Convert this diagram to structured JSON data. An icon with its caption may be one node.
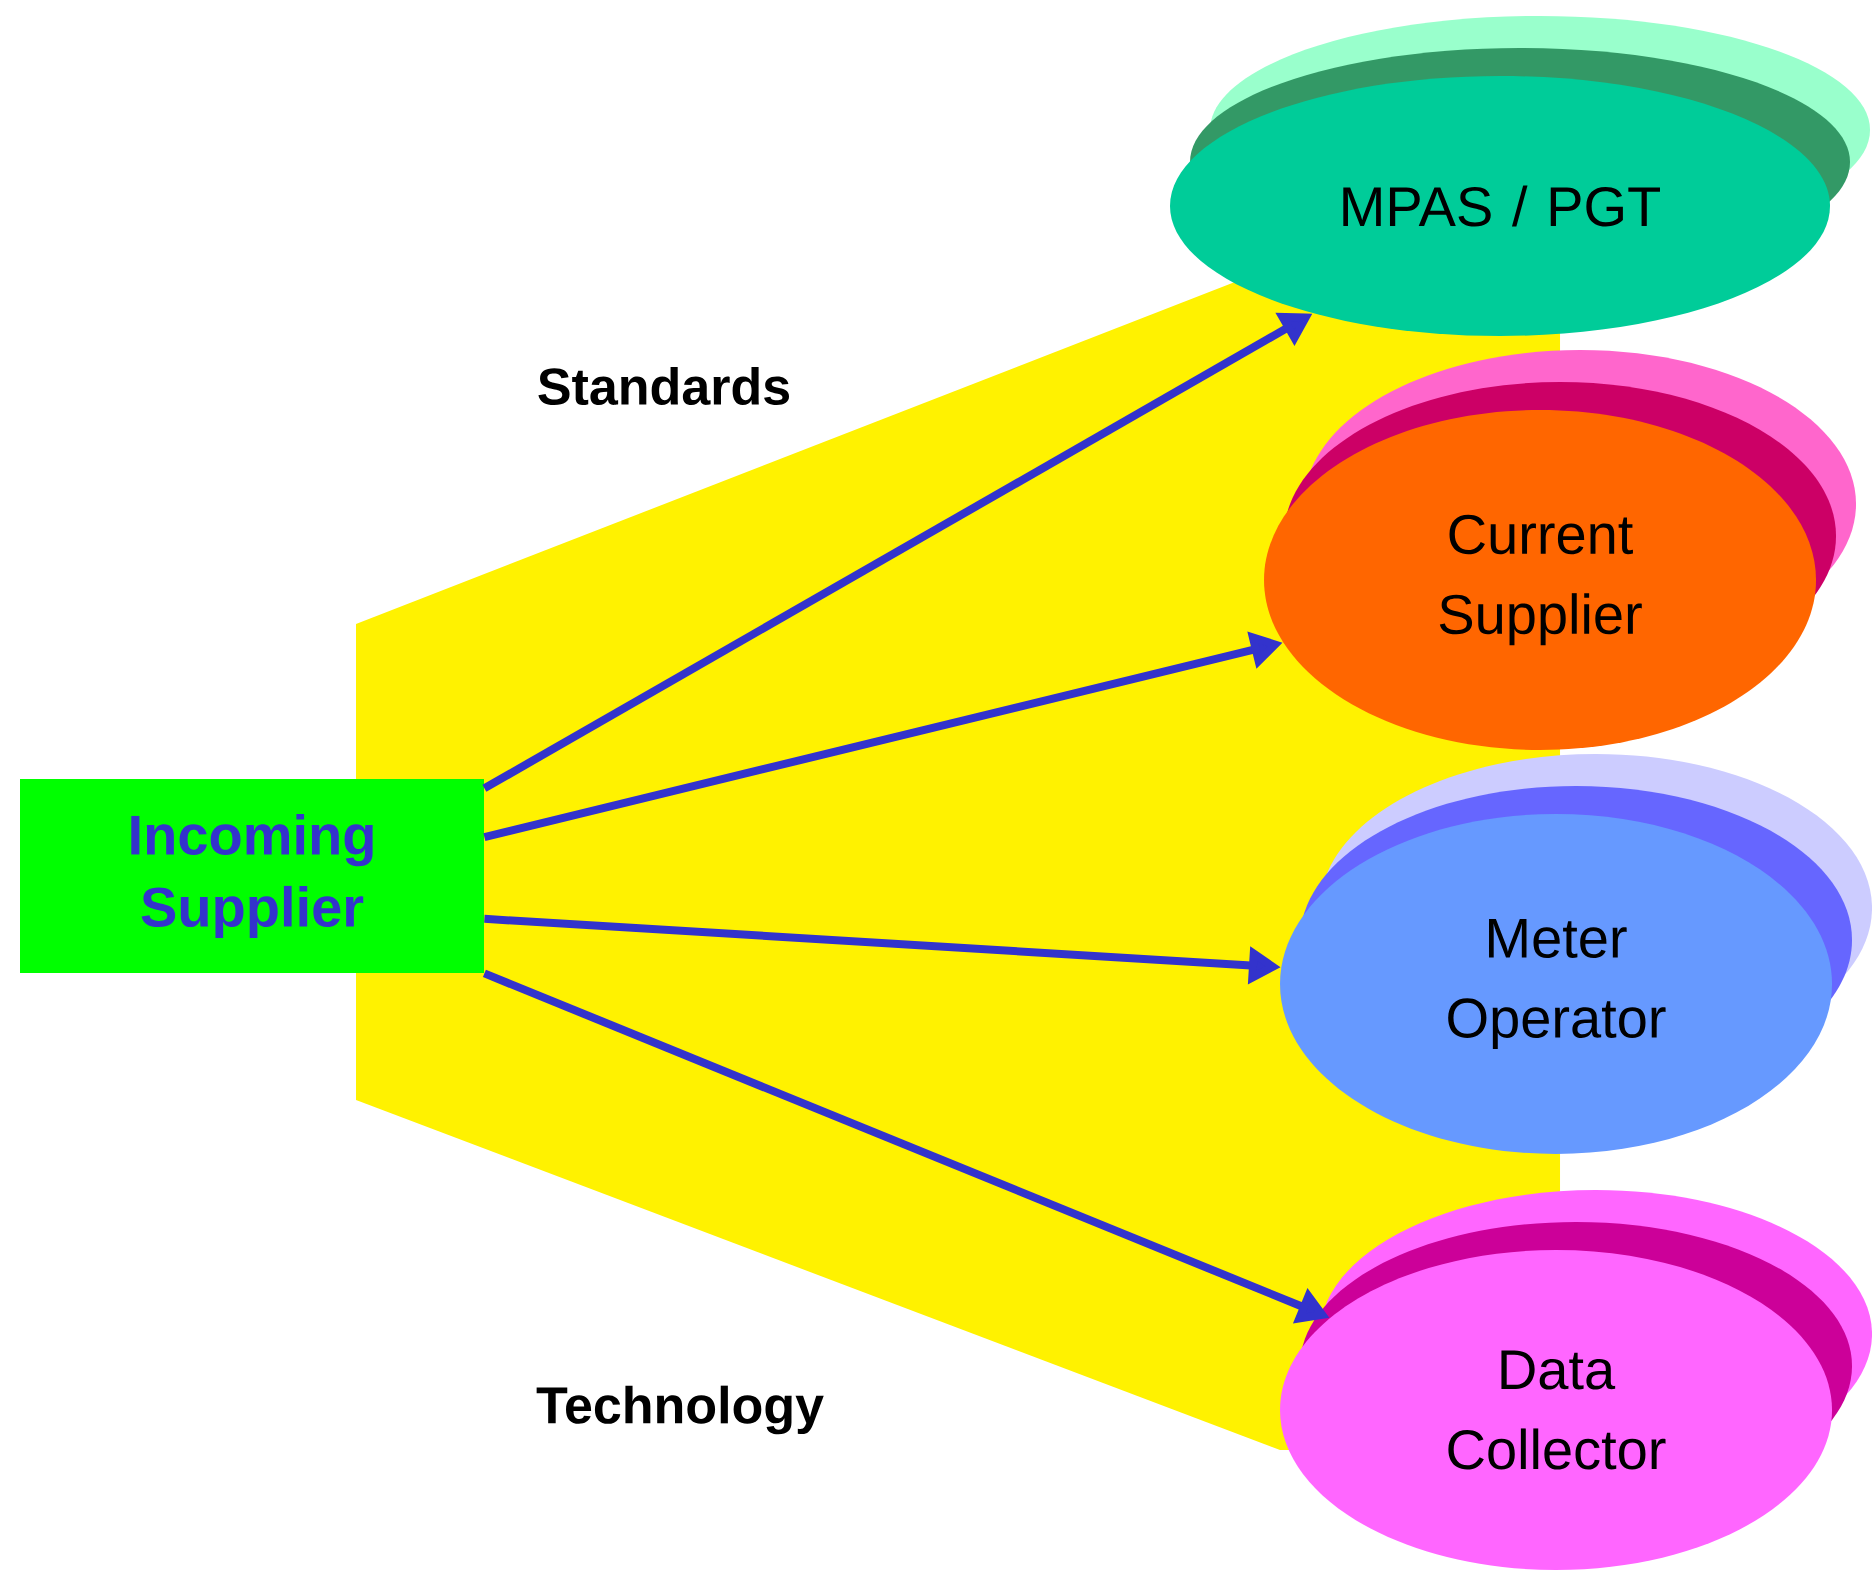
{
  "diagram": {
    "nodes": [
      {
        "text": [
          "Incoming Supplier"
        ]
      },
      {
        "text": [
          "MPAS / PGT"
        ]
      },
      {
        "text": [
          "Current Supplier"
        ]
      },
      {
        "text": [
          "Meter Operator"
        ]
      },
      {
        "text": [
          "Data Collector"
        ]
      }
    ],
    "edges": [
      {
        "from": 0,
        "to": 1,
        "arrow": "to"
      },
      {
        "from": 0,
        "to": 2,
        "arrow": "to"
      },
      {
        "from": 0,
        "to": 3,
        "arrow": "to"
      },
      {
        "from": 0,
        "to": 4,
        "arrow": "to"
      }
    ],
    "labels": [
      "Standards",
      "Technology"
    ]
  }
}
